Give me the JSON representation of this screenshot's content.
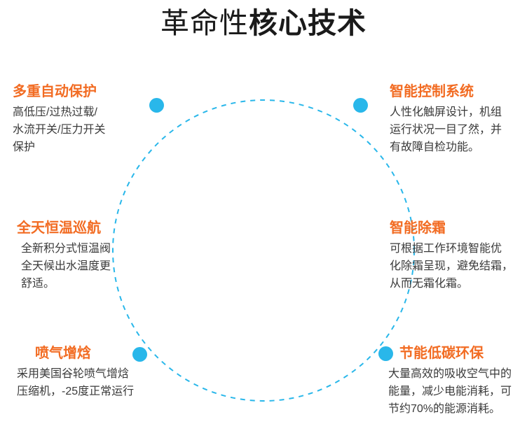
{
  "title": {
    "light": "革命性",
    "bold": "核心技术"
  },
  "colors": {
    "accent_orange": "#f26c23",
    "accent_blue": "#29b7ea",
    "body_text": "#3a3a3a",
    "title_text": "#1a1a1a"
  },
  "diagram": {
    "shape": "dashed-circle",
    "dot_count": 6
  },
  "items": [
    {
      "id": "multi-auto-protection",
      "heading": "多重自动保护",
      "lines": [
        "高低压/过热过载/",
        "水流开关/压力开关",
        "保护"
      ]
    },
    {
      "id": "intelligent-control-system",
      "heading": "智能控制系统",
      "lines": [
        "人性化触屏设计，机组",
        "运行状况一目了然，并",
        "有故障自检功能。"
      ]
    },
    {
      "id": "all-day-constant-temp-cruise",
      "heading": "全天恒温巡航",
      "lines": [
        "全新积分式恒温阀",
        "全天候出水温度更",
        "舒适。"
      ]
    },
    {
      "id": "intelligent-defrost",
      "heading": "智能除霜",
      "lines": [
        "可根据工作环境智能优",
        "化除霜呈现，避免结霜，",
        "从而无霜化霜。"
      ]
    },
    {
      "id": "vapor-injection-enthalpy",
      "heading": "喷气增焓",
      "lines": [
        "采用美国谷轮喷气增焓",
        "压缩机，-25度正常运行"
      ]
    },
    {
      "id": "energy-saving-low-carbon",
      "heading": "节能低碳环保",
      "lines": [
        "大量高效的吸收空气中的",
        "能量，减少电能消耗，可",
        "节约70%的能源消耗。"
      ]
    }
  ]
}
